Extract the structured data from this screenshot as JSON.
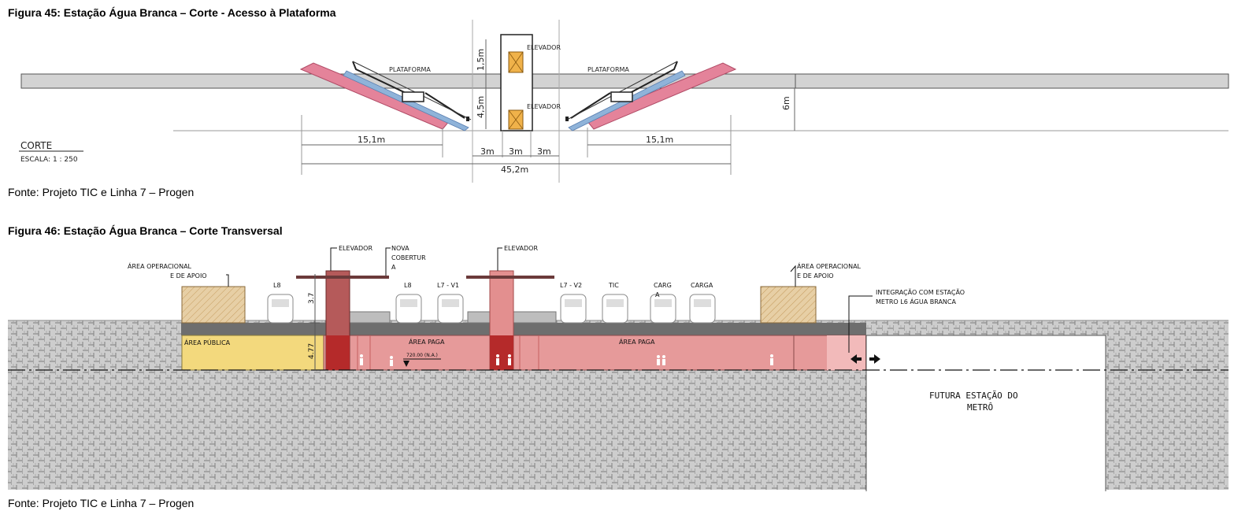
{
  "figure45": {
    "caption": "Figura 45: Estação Água Branca – Corte - Acesso à Plataforma",
    "source": "Fonte: Projeto TIC e Linha 7 – Progen",
    "labels": {
      "plataforma_left": "PLATAFORMA",
      "plataforma_right": "PLATAFORMA",
      "elevador_top": "ELEVADOR",
      "elevador_bottom": "ELEVADOR",
      "corte": "CORTE",
      "escala": "ESCALA: 1 : 250"
    },
    "dimensions": {
      "upper_height": "1,5m",
      "lower_height": "4,5m",
      "total_height": "6m",
      "left_width": "15,1m",
      "right_width": "15,1m",
      "span_a": "3m",
      "span_b": "3m",
      "span_c": "3m",
      "total_width": "45,2m"
    }
  },
  "figure46": {
    "caption": "Figura 46: Estação Água Branca – Corte Transversal",
    "source": "Fonte: Projeto TIC e Linha 7 – Progen",
    "labels": {
      "elevador_1": "ELEVADOR",
      "elevador_2": "ELEVADOR",
      "nova_cobertura_l1": "NOVA",
      "nova_cobertura_l2": "COBERTUR",
      "nova_cobertura_l3": "A",
      "area_operacional_left_l1": "ÁREA OPERACIONAL",
      "area_operacional_left_l2": "E DE APOIO",
      "area_operacional_right_l1": "ÁREA OPERACIONAL",
      "area_operacional_right_l2": "E DE APOIO",
      "track_l8_a": "L8",
      "track_l8_b": "L8",
      "track_l7_v1": "L7 - V1",
      "track_l7_v2": "L7 - V2",
      "track_tic": "TIC",
      "track_carga_a_l1": "CARG",
      "track_carga_a_l2": "A",
      "track_carga_b": "CARGA",
      "height_upper": "3.7",
      "height_lower": "4.77",
      "area_publica": "ÁREA PÚBLICA",
      "area_paga_1": "ÁREA PAGA",
      "area_paga_2": "ÁREA PAGA",
      "level_mark": "720.00 (N.A.)",
      "integracao_l1": "INTEGRAÇÃO COM ESTAÇÃO",
      "integracao_l2": "METRO L6 ÁGUA BRANCA",
      "futura_l1": "FUTURA ESTAÇÃO DO",
      "futura_l2": "METRÔ"
    }
  }
}
